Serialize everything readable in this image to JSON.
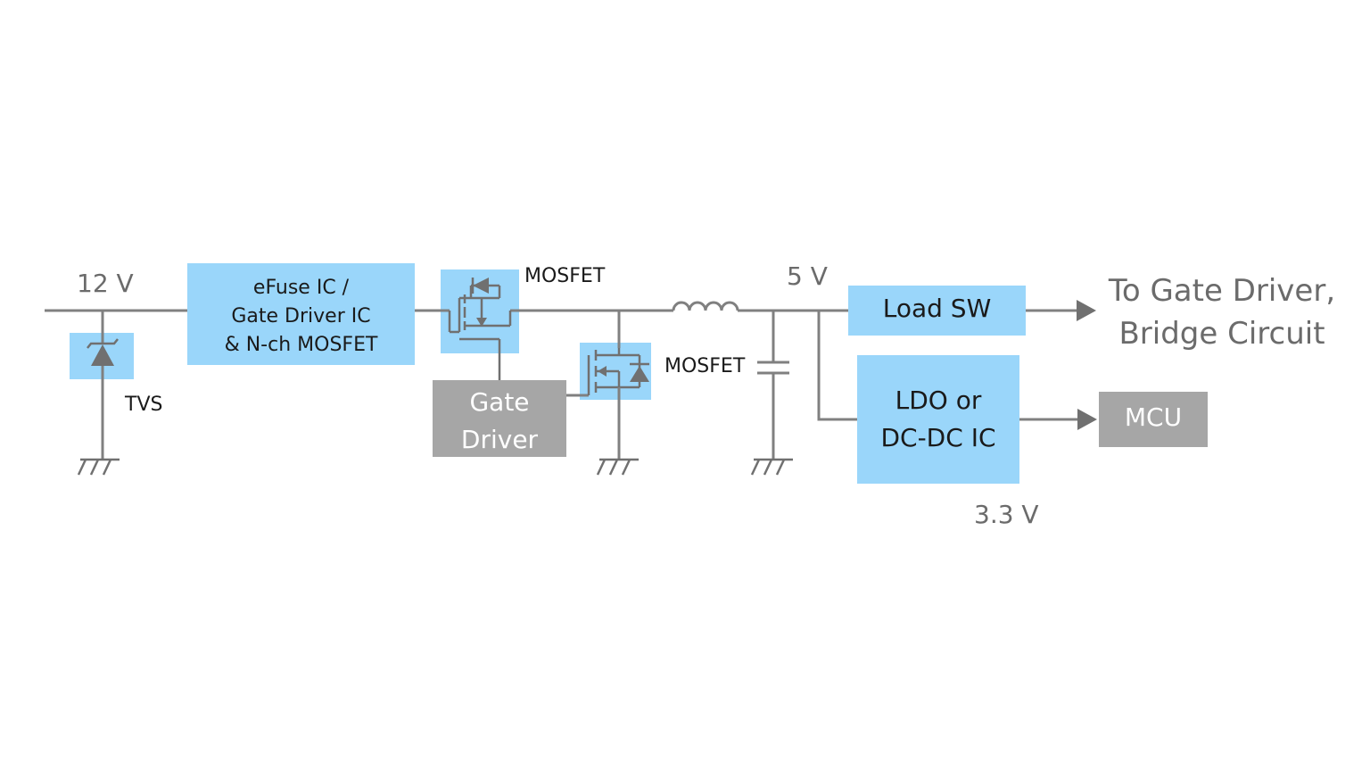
{
  "labels": {
    "v12": "12 V",
    "tvs": "TVS",
    "efuse_line1": "eFuse IC /",
    "efuse_line2": "Gate Driver IC",
    "efuse_line3": "& N-ch MOSFET",
    "mosfet_top": "MOSFET",
    "gate_driver_line1": "Gate",
    "gate_driver_line2": "Driver",
    "mosfet_low": "MOSFET",
    "v5": "5 V",
    "load_sw": "Load SW",
    "dest_line1": "To Gate Driver,",
    "dest_line2": "Bridge Circuit",
    "ldo_line1": "LDO or",
    "ldo_line2": "DC-DC IC",
    "mcu": "MCU",
    "v33": "3.3 V"
  },
  "colors": {
    "highlight_blue": "#9ad6fa",
    "block_gray": "#a6a6a6",
    "wire_gray": "#808080"
  }
}
